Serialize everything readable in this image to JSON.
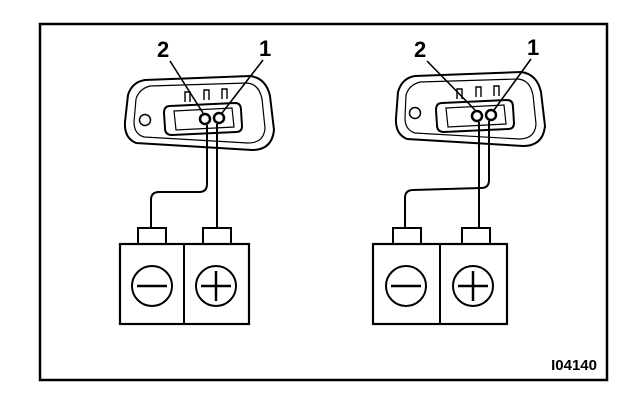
{
  "figure": {
    "code": "I04140"
  },
  "left_assembly": {
    "pin_labels": [
      "2",
      "1"
    ]
  },
  "right_assembly": {
    "pin_labels": [
      "2",
      "1"
    ]
  },
  "colors": {
    "line": "#000000",
    "background": "#ffffff",
    "frame": "#000000"
  }
}
